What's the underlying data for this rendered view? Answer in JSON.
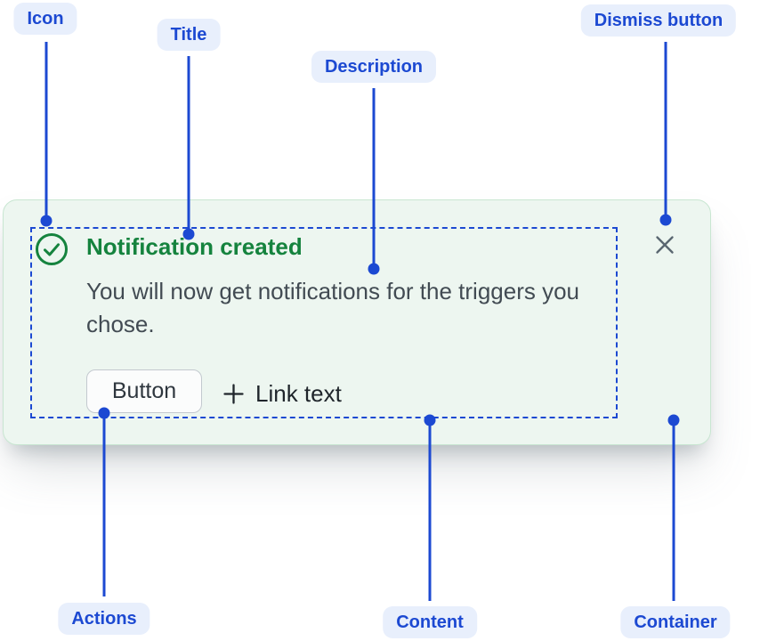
{
  "annotations": {
    "icon": {
      "label": "Icon"
    },
    "title": {
      "label": "Title"
    },
    "description d": {
      "label": ""
    },
    "description": {
      "label": "Description"
    },
    "dismiss": {
      "label": "Dismiss button"
    },
    "actions": {
      "label": "Actions"
    },
    "content": {
      "label": "Content"
    },
    "container": {
      "label": "Container"
    }
  },
  "notification": {
    "title": "Notification created",
    "description": "You will now get notifications for the triggers you chose.",
    "actions": {
      "button_label": "Button",
      "link_label": "Link text"
    },
    "icons": {
      "status": "success-check-icon",
      "link_prefix": "plus-icon",
      "dismiss": "close-icon"
    }
  },
  "colors": {
    "annotation_blue": "#1c49d2",
    "annotation_pill_bg": "#e8effc",
    "card_bg": "#edf6f0",
    "card_border": "#c8e6d1",
    "success_green": "#15833e",
    "body_text": "#424b53",
    "dark_text": "#1f252b",
    "dismiss_gray": "#5a6771",
    "button_bg": "#fbfcfc",
    "button_border": "#c3c9cf",
    "button_text": "#2e363e"
  }
}
